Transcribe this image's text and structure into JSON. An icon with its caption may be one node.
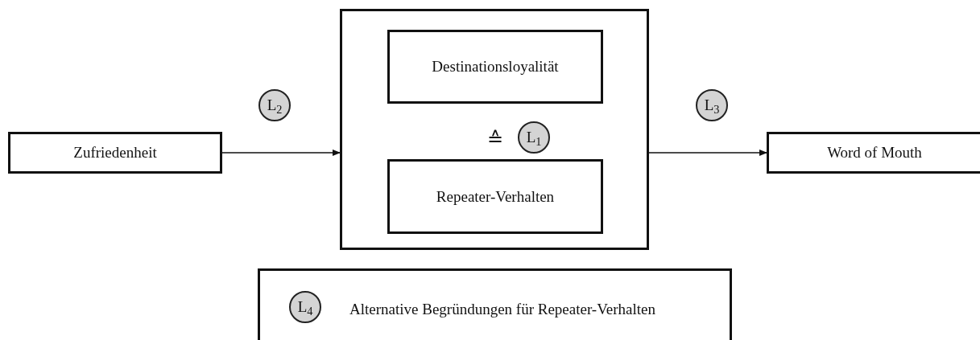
{
  "diagram": {
    "nodes": [
      {
        "text": [
          "Zufriedenheit"
        ]
      },
      {
        "text": [
          "L$_{2}$"
        ]
      },
      {
        "text": [],
        "shape": "box"
      },
      {
        "text": [
          "Destinationsloyalität"
        ],
        "in": 2
      },
      {
        "text": [
          "L$_{1}$"
        ],
        "in": 2
      },
      {
        "text": [
          "Repeater-Verhalten"
        ],
        "in": 2
      },
      {
        "text": [
          "L$_{3}$"
        ]
      },
      {
        "text": [
          "Word of Mouth"
        ]
      },
      {
        "text": [
          "Alternative Begründungen für Repeater-Verhalten"
        ]
      },
      {
        "text": [
          "L$_{4}$"
        ],
        "in": 8
      }
    ],
    "edges": [
      {
        "from": 0,
        "to": 2,
        "arrow": "to"
      },
      {
        "from": 2,
        "to": 7,
        "arrow": "to"
      }
    ],
    "labels": [
      "≙"
    ]
  }
}
